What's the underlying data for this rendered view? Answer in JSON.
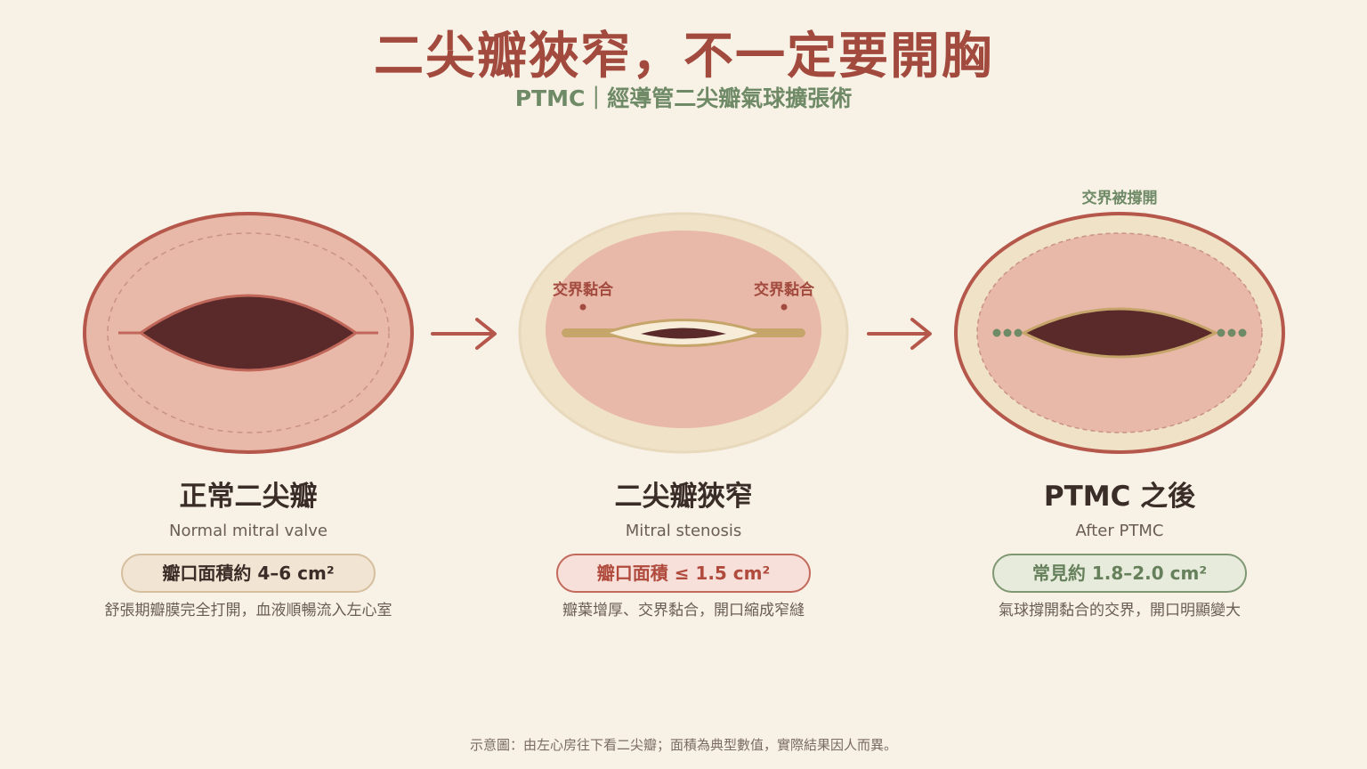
{
  "header": {
    "title": "二尖瓣狹窄，不一定要開胸",
    "subtitle": "PTMC｜經導管二尖瓣氣球擴張術"
  },
  "annotations": {
    "fusion_label": "交界黏合",
    "opened_label": "交界被撐開"
  },
  "panels": [
    {
      "title": "正常二尖瓣",
      "subtitle": "Normal mitral valve",
      "area": "瓣口面積約 4–6 cm²",
      "description": "舒張期瓣膜完全打開，血液順暢流入左心室"
    },
    {
      "title": "二尖瓣狹窄",
      "subtitle": "Mitral stenosis",
      "area": "瓣口面積 ≤ 1.5 cm²",
      "description": "瓣葉增厚、交界黏合，開口縮成窄縫"
    },
    {
      "title": "PTMC 之後",
      "subtitle": "After PTMC",
      "area": "常見約 1.8–2.0 cm²",
      "description": "氣球撐開黏合的交界，開口明顯變大"
    }
  ],
  "footer": {
    "note": "示意圖：由左心房往下看二尖瓣；面積為典型數值，實際結果因人而異。"
  },
  "colors": {
    "accent": "#a24a3e",
    "green": "#6f8a66",
    "orifice": "#5a2a2a",
    "tissue": "#e8b8a8",
    "thickened": "#f0e2c6"
  }
}
